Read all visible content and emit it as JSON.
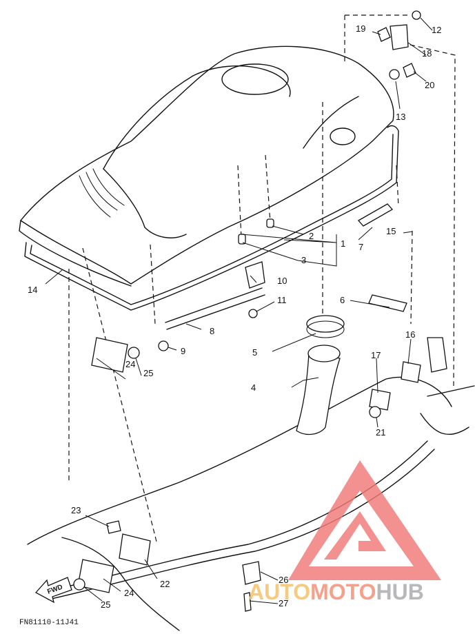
{
  "diagram": {
    "reference_code": "FN81110-11J41",
    "direction_arrow": "FWD",
    "callouts": [
      "1",
      "2",
      "3",
      "4",
      "5",
      "6",
      "7",
      "8",
      "9",
      "10",
      "11",
      "12",
      "13",
      "14",
      "15",
      "16",
      "17",
      "18",
      "19",
      "20",
      "21",
      "22",
      "23",
      "24",
      "25",
      "26",
      "27"
    ]
  },
  "watermark": {
    "part1": "AUTO",
    "part2": "MOTO",
    "part3": "HUB",
    "colors": {
      "triangle": "#f07a78",
      "auto": "#f5c063",
      "moto": "#f28d72",
      "hub": "#a9a9ad"
    }
  }
}
